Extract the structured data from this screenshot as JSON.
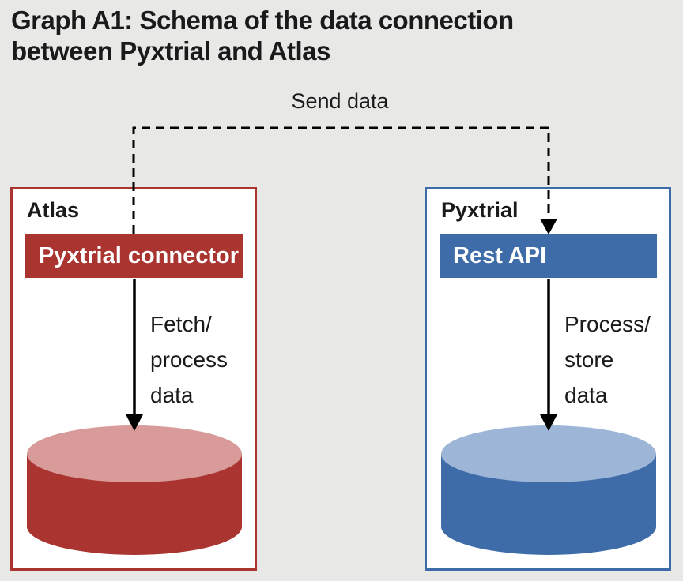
{
  "title": {
    "lines": [
      "Graph A1: Schema of the data connection",
      "between Pyxtrial and Atlas"
    ]
  },
  "flow": {
    "send_label": "Send data"
  },
  "atlas": {
    "name": "Atlas",
    "component_label": "Pyxtrial connector",
    "process_lines": [
      "Fetch/",
      "process",
      "data"
    ],
    "database_icon": "database-cylinder"
  },
  "pyxtrial": {
    "name": "Pyxtrial",
    "component_label": "Rest API",
    "process_lines": [
      "Process/",
      "store",
      "data"
    ],
    "database_icon": "database-cylinder"
  },
  "icons": {
    "send_arrow": "dashed-arrow-down",
    "atlas_flow_arrow": "arrow-down",
    "pyxtrial_flow_arrow": "arrow-down"
  },
  "colors": {
    "background": "#E8E8E6",
    "panel": "#FFFFFF",
    "text": "#1A1A1A",
    "line": "#000000",
    "atlas_accent": "#A93430",
    "atlas_light": "#D89B99",
    "pyxtrial_accent": "#3E6CA8",
    "pyxtrial_light": "#9DB5D7"
  }
}
